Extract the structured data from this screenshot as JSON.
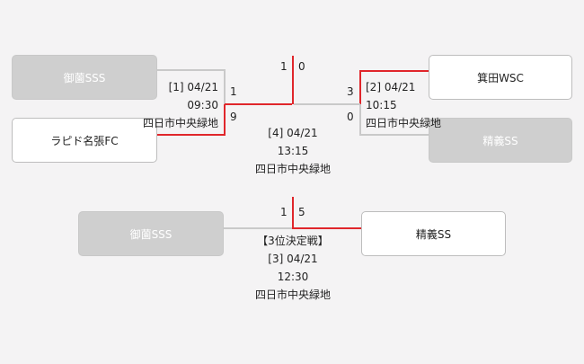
{
  "colors": {
    "winner_line": "#e0262b",
    "loser_line": "#c9c9c9",
    "loser_box": "#cfcfcf",
    "winner_box": "#ffffff",
    "background": "#f4f3f4"
  },
  "semi1": {
    "team_top": "御薗SSS",
    "team_bottom": "ラピド名張FC",
    "label": "[1] 04/21",
    "time": "09:30",
    "venue": "四日市中央緑地",
    "score_top": "1",
    "score_bottom": "9"
  },
  "semi2": {
    "team_top": "箕田WSC",
    "team_bottom": "精義SS",
    "label": "[2] 04/21",
    "time": "10:15",
    "venue": "四日市中央緑地",
    "score_top": "3",
    "score_bottom": "0"
  },
  "final": {
    "score_left": "1",
    "score_right": "0",
    "label": "[4] 04/21",
    "time": "13:15",
    "venue": "四日市中央緑地"
  },
  "third_place": {
    "team_left": "御薗SSS",
    "team_right": "精義SS",
    "score_left": "1",
    "score_right": "5",
    "title": "【3位決定戦】",
    "label": "[3] 04/21",
    "time": "12:30",
    "venue": "四日市中央緑地"
  }
}
